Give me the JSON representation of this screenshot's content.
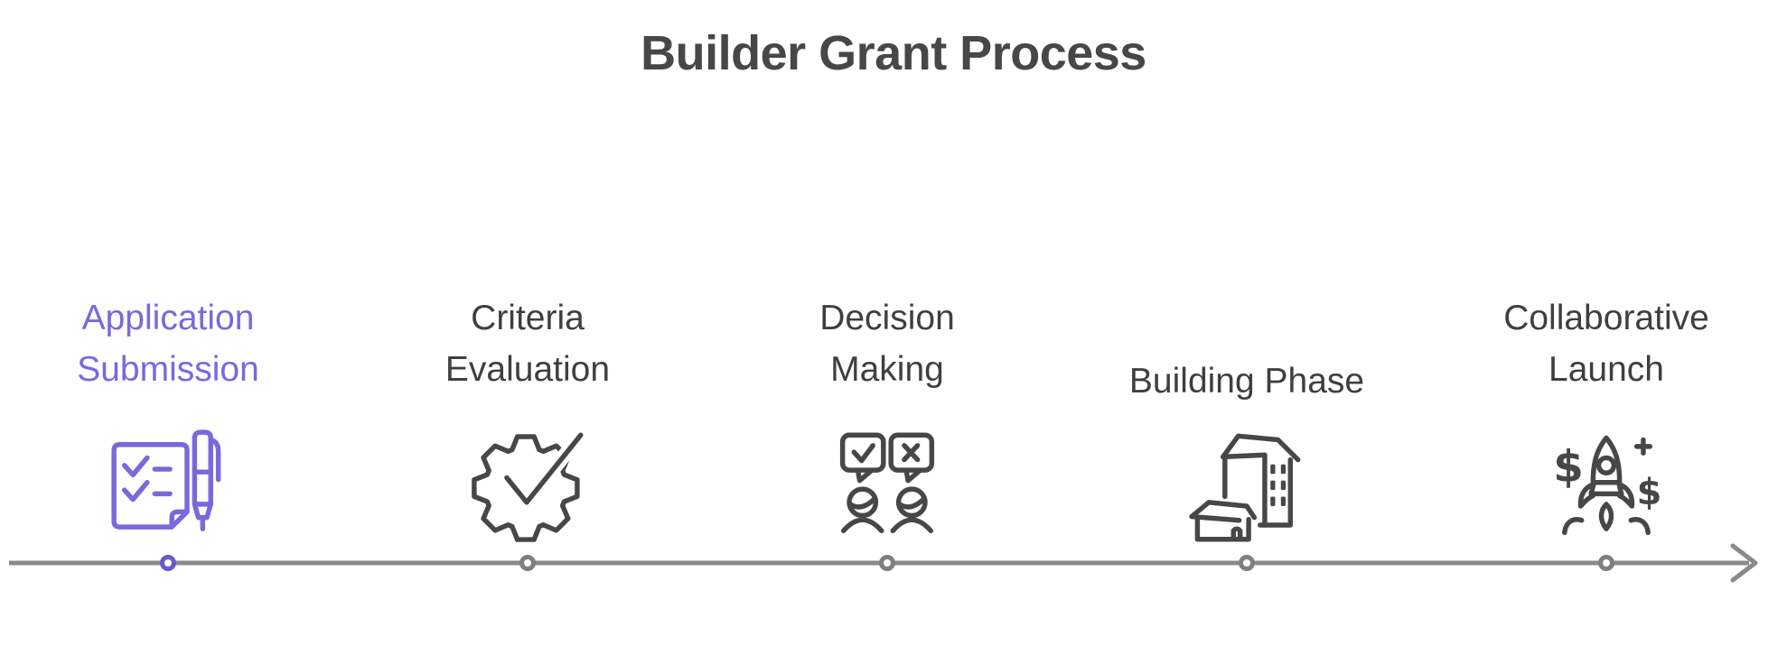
{
  "title": "Builder Grant Process",
  "steps": [
    {
      "name": "Application Submission",
      "line1": "Application",
      "line2": "Submission",
      "icon": "checklist-pen-icon",
      "state": "active"
    },
    {
      "name": "Criteria Evaluation",
      "line1": "Criteria",
      "line2": "Evaluation",
      "icon": "gear-check-icon",
      "state": "default"
    },
    {
      "name": "Decision Making",
      "line1": "Decision",
      "line2": "Making",
      "icon": "discussion-approve-reject-icon",
      "state": "default"
    },
    {
      "name": "Building Phase",
      "line1": "Building Phase",
      "line2": "",
      "icon": "buildings-icon",
      "state": "default"
    },
    {
      "name": "Collaborative Launch",
      "line1": "Collaborative",
      "line2": "Launch",
      "icon": "rocket-funding-icon",
      "state": "default"
    }
  ],
  "rocket_glyphs": {
    "dollar_left": "$",
    "dollar_right": "$"
  },
  "timeline": {
    "nodes": 5,
    "active_node": 1,
    "direction": "left-to-right"
  },
  "colors": {
    "accent": "#7a68dc",
    "accent_node": "#675ac8",
    "heading": "#474747",
    "label": "#3f3f3f",
    "icon": "#474747",
    "line": "#8a8a8a",
    "node": "#7f7f7f"
  }
}
